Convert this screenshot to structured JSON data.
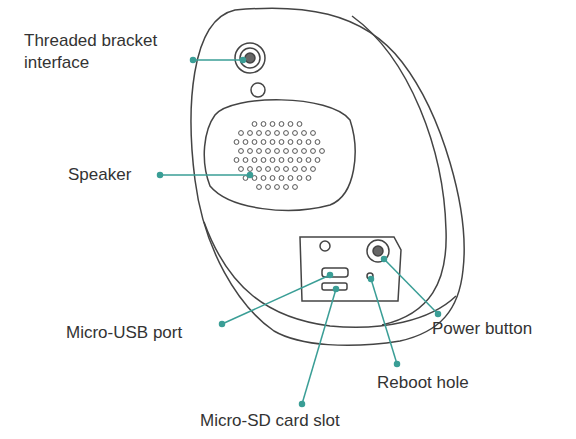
{
  "diagram": {
    "labels": [
      "Threaded bracket interface",
      "Speaker",
      "Micro-USB port",
      "Power button",
      "Reboot hole",
      "Micro-SD card slot"
    ]
  }
}
